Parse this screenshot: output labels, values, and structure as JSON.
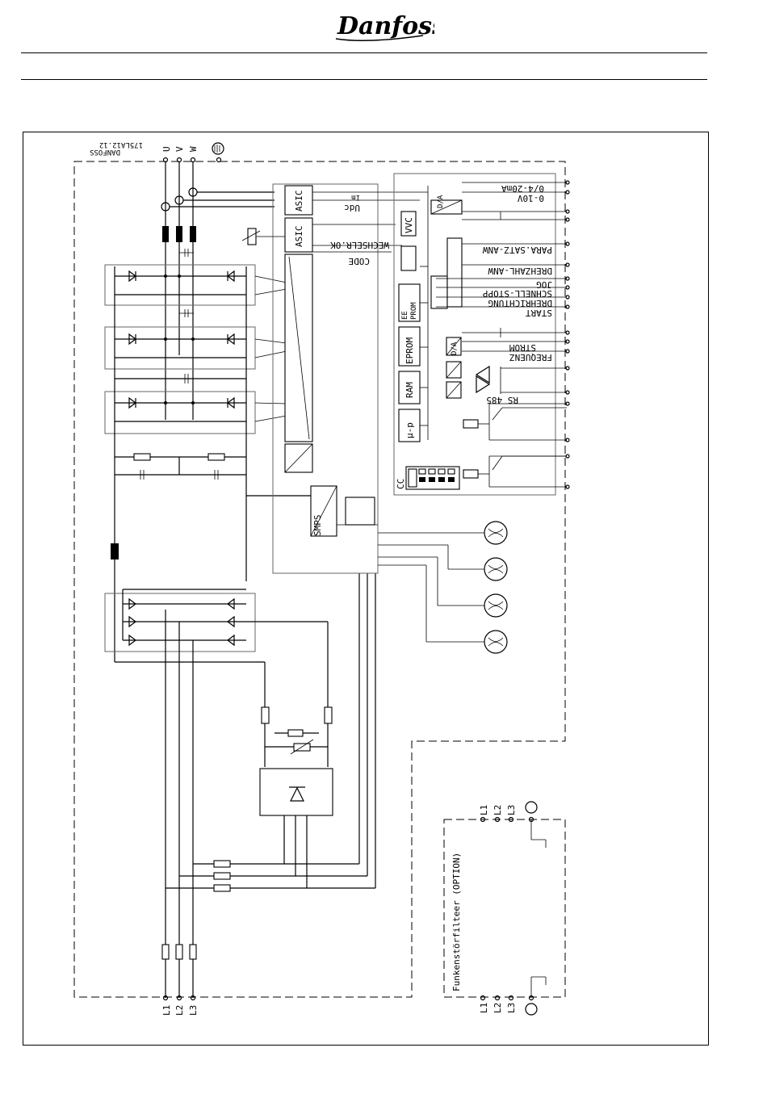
{
  "brand": {
    "logo_text": "Danfoss"
  },
  "header": {
    "rules": 2
  },
  "diagram": {
    "drawing_id_line1": "175LA12.12",
    "drawing_id_line2": "DANFOSS",
    "motor_terminals": [
      "U",
      "V",
      "W"
    ],
    "mains_terminals": [
      "L1",
      "L2",
      "L3"
    ],
    "filter": {
      "title": "Funkenstörfilteer (OPTION)",
      "input_terminals": [
        "L1",
        "L2",
        "L3"
      ],
      "output_terminals": [
        "L1",
        "L2",
        "L3"
      ]
    },
    "blocks": {
      "asic_1": "ASIC",
      "asic_2": "ASIC",
      "udc": "Udc",
      "im": "Im",
      "wechsel_ok": "WECHSELR.OK",
      "code": "CODE",
      "vvc": "VVC",
      "ee_prom_line1": "EE",
      "ee_prom_line2": "PROM",
      "eprom": "EPROM",
      "ram": "RAM",
      "mu_p": "μ-p",
      "smps": "SMPS",
      "cc": "CC",
      "da_1": "D/A",
      "da_2": "D/A",
      "rs485": "RS 485"
    },
    "control_terminals": [
      "0/4-20mA",
      "0-10V",
      "PARA.SATZ-ANW",
      "DREHZAHL-ANW",
      "JOG",
      "SCHNELL-STOPP",
      "DREHRICHTUNG",
      "START",
      "STROM",
      "FREQUENZ"
    ]
  }
}
